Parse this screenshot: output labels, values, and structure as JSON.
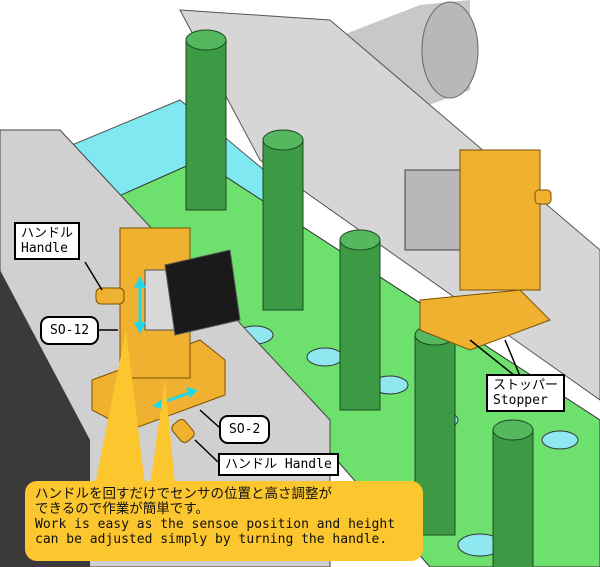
{
  "labels": {
    "handle_top": {
      "jp": "ハンドル",
      "en": "Handle"
    },
    "so12": "SO-12",
    "so2": "SO-2",
    "handle_bottom": "ハンドル Handle",
    "stopper": {
      "jp": "ストッパー",
      "en": "Stopper"
    }
  },
  "callout": {
    "jp_line1": "ハンドルを回すだけでセンサの位置と高さ調整が",
    "jp_line2": "できるので作業が簡単です。",
    "en_line1": "Work is easy as the sensoe position and height",
    "en_line2": "can be adjusted simply by turning the handle."
  },
  "colors": {
    "callout": "#fcc62f",
    "plate_green": "#6ee06e",
    "cylinder_green": "#3c9a44",
    "stage_orange": "#f0b030",
    "plate_gray": "#d4d4d4",
    "arrow_cyan": "#20d8e8"
  }
}
